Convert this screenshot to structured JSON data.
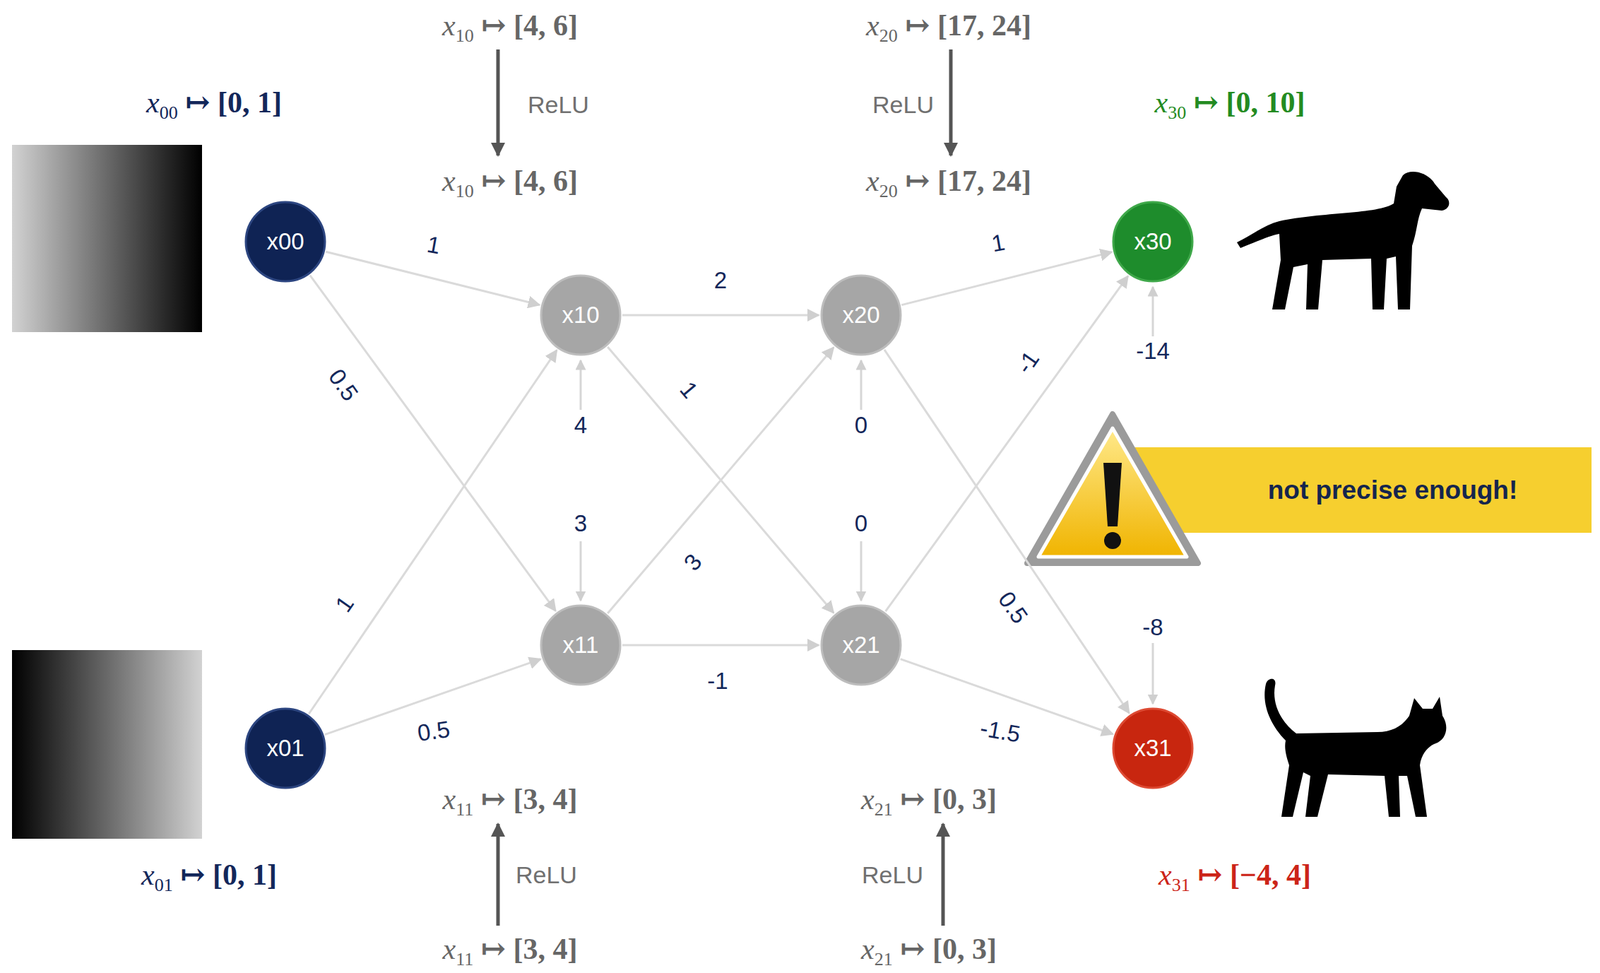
{
  "diagram": {
    "nodes": [
      {
        "text": [
          "x00"
        ]
      },
      {
        "text": [
          "x01"
        ]
      },
      {
        "text": [
          "x10"
        ]
      },
      {
        "text": [
          "x11"
        ]
      },
      {
        "text": [
          "x20"
        ]
      },
      {
        "text": [
          "x21"
        ]
      },
      {
        "text": [
          "x30"
        ]
      },
      {
        "text": [
          "not precise enough!"
        ]
      },
      {
        "text": [
          "x31"
        ]
      }
    ],
    "edges": [
      {
        "from": 0,
        "to": 2,
        "arrow": "to",
        "label": "1"
      },
      {
        "from": 0,
        "to": 3,
        "arrow": "to",
        "label": "0.5"
      },
      {
        "from": 1,
        "to": 2,
        "arrow": "to",
        "label": "1"
      },
      {
        "from": 1,
        "to": 3,
        "arrow": "to",
        "label": "0.5"
      },
      {
        "from": 2,
        "to": 4,
        "arrow": "to",
        "label": "2"
      },
      {
        "from": 2,
        "to": 5,
        "arrow": "to",
        "label": "1"
      },
      {
        "from": 3,
        "to": 4,
        "arrow": "to",
        "label": "3"
      },
      {
        "from": 3,
        "to": 5,
        "arrow": "to",
        "label": "-1"
      },
      {
        "from": 4,
        "to": 6,
        "arrow": "to",
        "label": "1"
      },
      {
        "from": 4,
        "to": 8,
        "arrow": "to",
        "label": "0.5"
      },
      {
        "from": 5,
        "to": 6,
        "arrow": "to",
        "label": "-1"
      },
      {
        "from": 5,
        "to": 8,
        "arrow": "to",
        "label": "-1.5"
      }
    ],
    "labels": [
      "x00 ↦ [0, 1]",
      "x10 ↦ [4, 6]",
      "ReLU",
      "x10 ↦ [4, 6]",
      "x20 ↦ [17, 24]",
      "ReLU",
      "x20 ↦ [17, 24]",
      "x30 ↦ [0, 10]",
      "4",
      "3",
      "0",
      "0",
      "-14",
      "-8",
      "x01 ↦ [0, 1]",
      "x11 ↦ [3, 4]",
      "ReLU",
      "x11 ↦ [3, 4]",
      "x21 ↦ [0, 3]",
      "ReLU",
      "x21 ↦ [0, 3]",
      "x31 ↦ [−4, 4]"
    ]
  }
}
